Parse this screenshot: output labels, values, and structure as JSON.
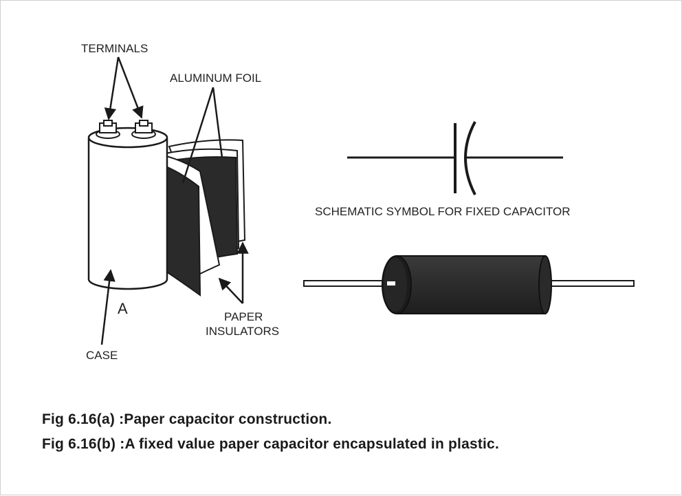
{
  "labels": {
    "terminals": "TERMINALS",
    "aluminum_foil": "ALUMINUM FOIL",
    "paper_line1": "PAPER",
    "paper_line2": "INSULATORS",
    "case": "CASE",
    "part_a": "A",
    "schematic": "SCHEMATIC SYMBOL FOR FIXED CAPACITOR"
  },
  "captions": [
    "Fig 6.16(a) :Paper capacitor construction.",
    "Fig 6.16(b) :A fixed value paper capacitor encapsulated in plastic."
  ],
  "colors": {
    "ink": "#1a1a1a",
    "foil": "#2a2a2a",
    "body": "#333333",
    "paper": "#ffffff"
  }
}
